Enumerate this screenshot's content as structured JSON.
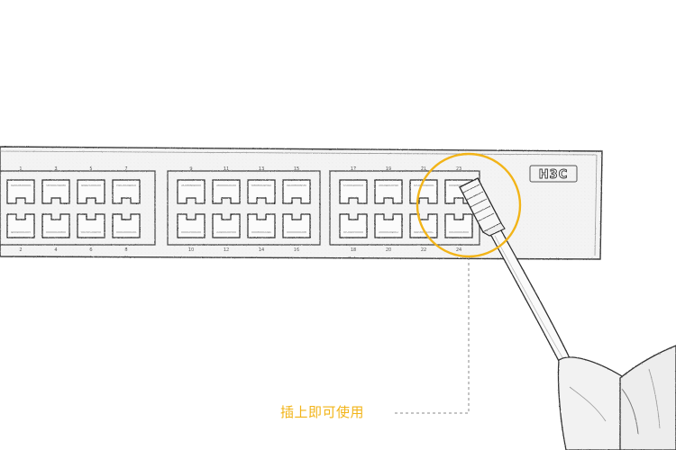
{
  "brand": {
    "logo_text": "H3C"
  },
  "callout": {
    "label": "插上即可使用"
  },
  "colors": {
    "accent": "#f2b418",
    "line": "#2a2a2a",
    "panel": "#f6f6f6",
    "dashed": "#8a8a8a",
    "background": "#ffffff"
  },
  "ports": {
    "top_row_numbers": [
      "1",
      "3",
      "5",
      "7",
      "9",
      "11",
      "13",
      "15",
      "17",
      "19",
      "21",
      "23"
    ],
    "bottom_row_numbers": [
      "2",
      "4",
      "6",
      "8",
      "10",
      "12",
      "14",
      "16",
      "18",
      "20",
      "22",
      "24"
    ]
  }
}
